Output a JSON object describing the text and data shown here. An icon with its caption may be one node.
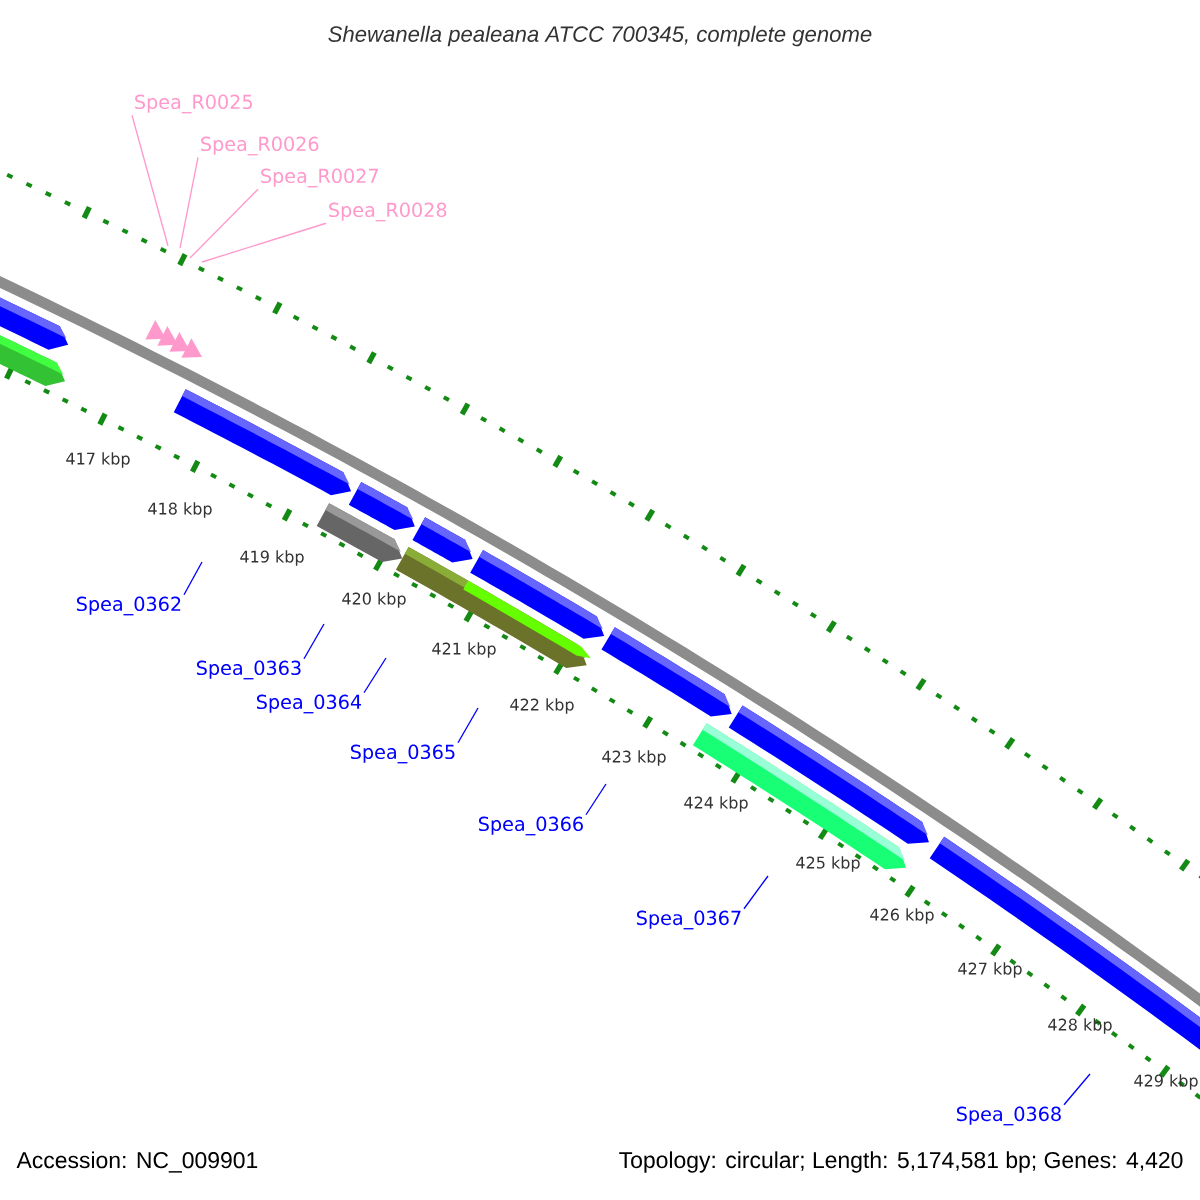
{
  "diagram": {
    "title": "Shewanella pealeana ATCC 700345, complete genome",
    "nodes": [
      {
        "text": [
          "Spea_R0025"
        ]
      },
      {
        "text": [
          "Spea_R0026"
        ]
      },
      {
        "text": [
          "Spea_R0027"
        ]
      },
      {
        "text": [
          "Spea_R0028"
        ]
      },
      {
        "text": [
          "Spea_0362"
        ]
      },
      {
        "text": [
          "Spea_0363"
        ]
      },
      {
        "text": [
          "Spea_0364"
        ]
      },
      {
        "text": [
          "Spea_0365"
        ]
      },
      {
        "text": [
          "Spea_0366"
        ]
      },
      {
        "text": [
          "Spea_0367"
        ]
      },
      {
        "text": [
          "Spea_0368"
        ]
      }
    ],
    "edges": [
      {
        "from": 0,
        "to": null,
        "arrow": "none",
        "color": "#ff99cc"
      },
      {
        "from": 1,
        "to": null,
        "arrow": "none",
        "color": "#ff99cc"
      },
      {
        "from": 2,
        "to": null,
        "arrow": "none",
        "color": "#ff99cc"
      },
      {
        "from": 3,
        "to": null,
        "arrow": "none",
        "color": "#ff99cc"
      },
      {
        "from": 4,
        "to": null,
        "arrow": "none"
      },
      {
        "from": 5,
        "to": null,
        "arrow": "none"
      },
      {
        "from": 6,
        "to": null,
        "arrow": "none"
      },
      {
        "from": 7,
        "to": null,
        "arrow": "none"
      },
      {
        "from": 8,
        "to": null,
        "arrow": "none"
      },
      {
        "from": 9,
        "to": null,
        "arrow": "none"
      },
      {
        "from": 10,
        "to": null,
        "arrow": "none"
      }
    ],
    "labels": [
      "417 kbp",
      "418 kbp",
      "419 kbp",
      "420 kbp",
      "421 kbp",
      "422 kbp",
      "423 kbp",
      "424 kbp",
      "425 kbp",
      "426 kbp",
      "427 kbp",
      "428 kbp",
      "429 kbp",
      "Accession: NC_009901",
      "Topology: circular; Length: 5,174,581 bp; Genes: 4,420"
    ]
  }
}
